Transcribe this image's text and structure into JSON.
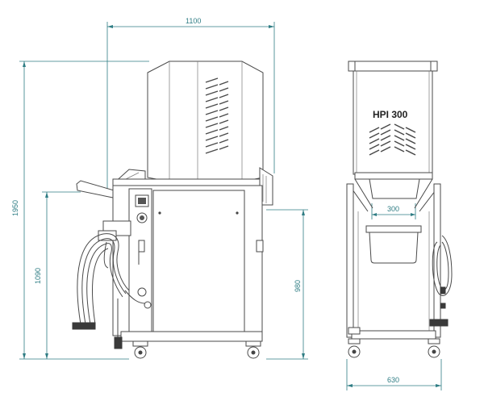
{
  "model_label": "HPI 300",
  "dimensions": {
    "overall_width": "1100",
    "overall_height": "1950",
    "inlet_height": "1090",
    "side_height": "980",
    "front_width": "630",
    "hopper_width": "300"
  },
  "colors": {
    "dimension_line": "#2f7d84",
    "outline": "#4a4a4a"
  }
}
